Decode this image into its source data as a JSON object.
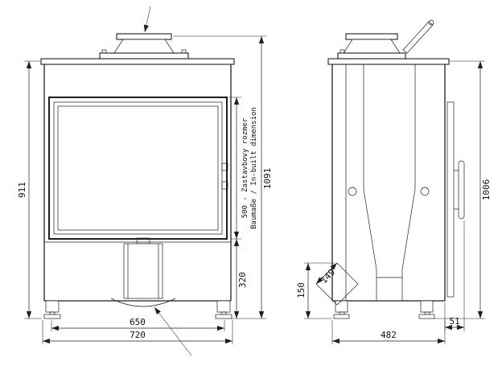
{
  "views": {
    "front": {
      "dims": {
        "body_height": "911",
        "total_height": "1091",
        "inbuilt_dim": "500 - Zastavbovy rozmer",
        "inbuilt_dim_translation": "Baumaße / In-built dimension",
        "plinth_height": "320",
        "inner_width": "650",
        "total_width": "720"
      }
    },
    "side": {
      "dims": {
        "total_height": "1006",
        "leg_height": "150",
        "diagonal": "149",
        "depth": "482",
        "handle_offset": "51"
      }
    }
  },
  "colors": {
    "line": "#1f1f1f",
    "background": "#ffffff"
  }
}
